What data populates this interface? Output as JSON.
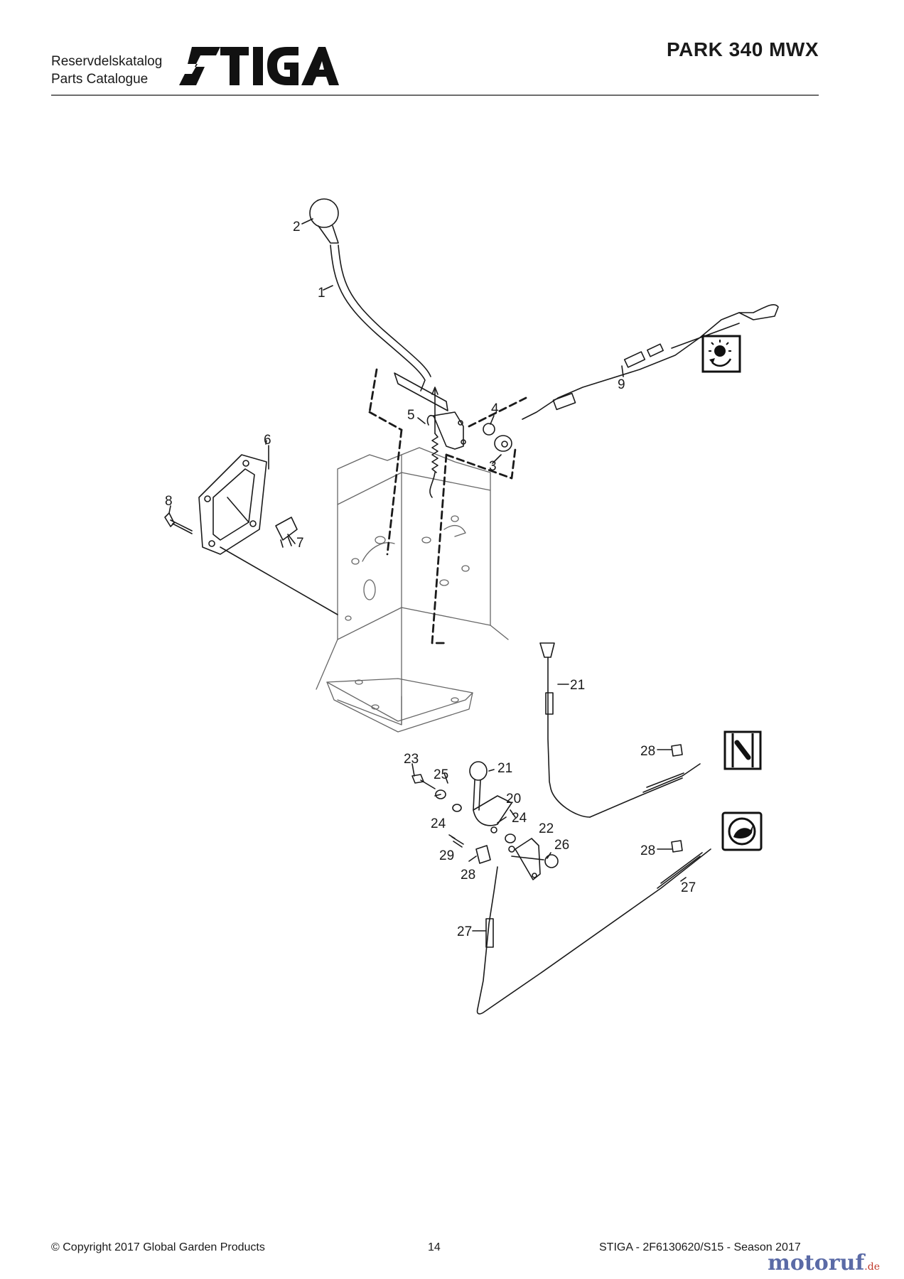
{
  "header": {
    "catalog_line1": "Reservdelskatalog",
    "catalog_line2": "Parts Catalogue",
    "brand": "STIGA",
    "model": "PARK 340 MWX"
  },
  "diagram": {
    "callouts": [
      "1",
      "2",
      "3",
      "4",
      "5",
      "6",
      "7",
      "8",
      "9",
      "20",
      "21",
      "21",
      "22",
      "23",
      "24",
      "24",
      "25",
      "26",
      "27",
      "27",
      "28",
      "28",
      "28",
      "29"
    ]
  },
  "footer": {
    "copyright": "© Copyright 2017 Global Garden Products",
    "page_number": "14",
    "doc_ref": "STIGA - 2F6130620/S15 - Season 2017",
    "watermark": "motoruf",
    "watermark_suffix": ".de"
  },
  "colors": {
    "ink": "#1a1a1a",
    "rule": "#6d6d6d",
    "watermark": "#5a6aa6"
  }
}
